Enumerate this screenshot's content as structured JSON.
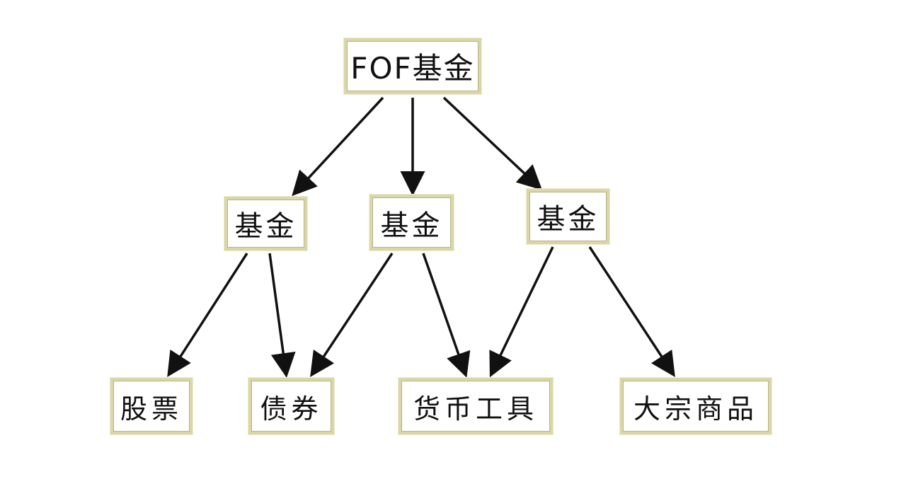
{
  "diagram": {
    "root": {
      "label": "FOF基金"
    },
    "funds": [
      {
        "label": "基金"
      },
      {
        "label": "基金"
      },
      {
        "label": "基金"
      }
    ],
    "assets": [
      {
        "label": "股票"
      },
      {
        "label": "债券"
      },
      {
        "label": "货币工具"
      },
      {
        "label": "大宗商品"
      }
    ],
    "edges": [
      {
        "from": "root",
        "to": "fund-1"
      },
      {
        "from": "root",
        "to": "fund-2"
      },
      {
        "from": "root",
        "to": "fund-3"
      },
      {
        "from": "fund-1",
        "to": "stocks"
      },
      {
        "from": "fund-1",
        "to": "bonds"
      },
      {
        "from": "fund-2",
        "to": "bonds"
      },
      {
        "from": "fund-2",
        "to": "money-instruments"
      },
      {
        "from": "fund-3",
        "to": "money-instruments"
      },
      {
        "from": "fund-3",
        "to": "commodities"
      }
    ],
    "colors": {
      "box_border": "#d9d6a8",
      "text": "#111111",
      "arrow": "#111111"
    }
  }
}
